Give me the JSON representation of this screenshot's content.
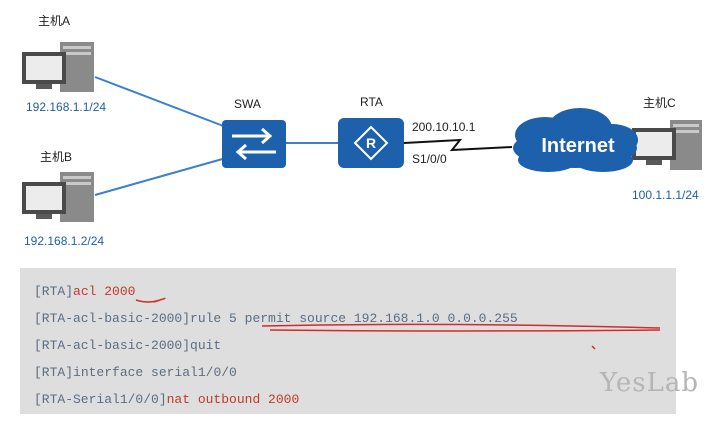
{
  "hosts": {
    "a": {
      "name": "主机A",
      "ip": "192.168.1.1/24"
    },
    "b": {
      "name": "主机B",
      "ip": "192.168.1.2/24"
    },
    "c": {
      "name": "主机C",
      "ip": "100.1.1.1/24"
    }
  },
  "devices": {
    "switch": {
      "name": "SWA"
    },
    "router": {
      "name": "RTA",
      "glyph": "R"
    },
    "cloud": {
      "name": "Internet"
    }
  },
  "router_link": {
    "ip": "200.10.10.1",
    "interface": "S1/0/0"
  },
  "colors": {
    "device_blue": "#1d61ad",
    "link_blue": "#3a7fd0",
    "annotation_red": "#d42a2a",
    "code_bg": "#dedede"
  },
  "config": [
    {
      "prefix": "[RTA]",
      "cmd": "acl 2000"
    },
    {
      "prefix": "[RTA-acl-basic-2000]",
      "cmd": "rule 5 permit source 192.168.1.0 0.0.0.255"
    },
    {
      "prefix": "[RTA-acl-basic-2000]",
      "cmd": "quit"
    },
    {
      "prefix": "[RTA]",
      "cmd": "interface serial1/0/0"
    },
    {
      "prefix": "[RTA-Serial1/0/0]",
      "cmd": "nat outbound 2000"
    }
  ],
  "watermark": "YesLab"
}
